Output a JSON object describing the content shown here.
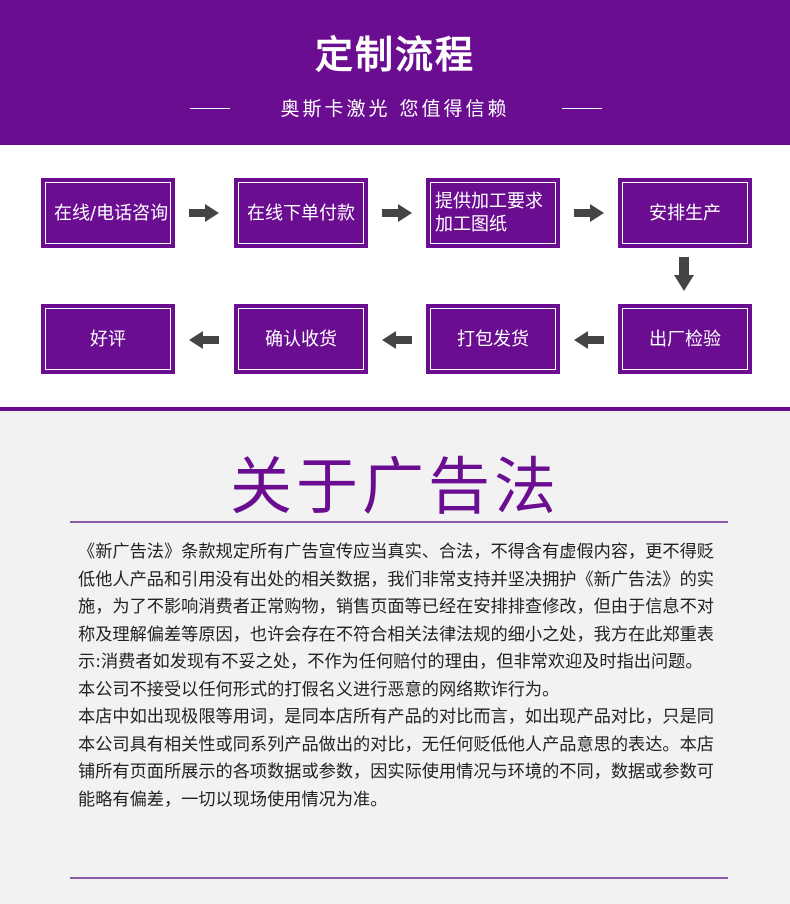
{
  "header": {
    "title": "定制流程",
    "subtitle": "奥斯卡激光 您值得信赖"
  },
  "steps": [
    {
      "label": "在线/电话咨询"
    },
    {
      "label": "在线下单付款"
    },
    {
      "label": "提供加工要求加工图纸"
    },
    {
      "label": "安排生产"
    },
    {
      "label": "出厂检验"
    },
    {
      "label": "打包发货"
    },
    {
      "label": "确认收货"
    },
    {
      "label": "好评"
    }
  ],
  "ad_section": {
    "title": "关于广告法",
    "paragraphs": [
      "《新广告法》条款规定所有广告宣传应当真实、合法，不得含有虚假内容，更不得贬低他人产品和引用没有出处的相关数据，我们非常支持并坚决拥护《新广告法》的实施，为了不影响消费者正常购物，销售页面等已经在安排排查修改，但由于信息不对称及理解偏差等原因，也许会存在不符合相关法律法规的细小之处，我方在此郑重表示:消费者如发现有不妥之处，不作为任何赔付的理由，但非常欢迎及时指出问题。本公司不接受以任何形式的打假名义进行恶意的网络欺诈行为。",
      "本店中如出现极限等用词，是同本店所有产品的对比而言，如出现产品对比，只是同本公司具有相关性或同系列产品做出的对比，无任何贬低他人产品意思的表达。本店铺所有页面所展示的各项数据或参数，因实际使用情况与环境的不同，数据或参数可能略有偏差，一切以现场使用情况为准。"
    ]
  },
  "colors": {
    "brand_purple": "#6a0d91",
    "arrow_gray": "#444444"
  }
}
